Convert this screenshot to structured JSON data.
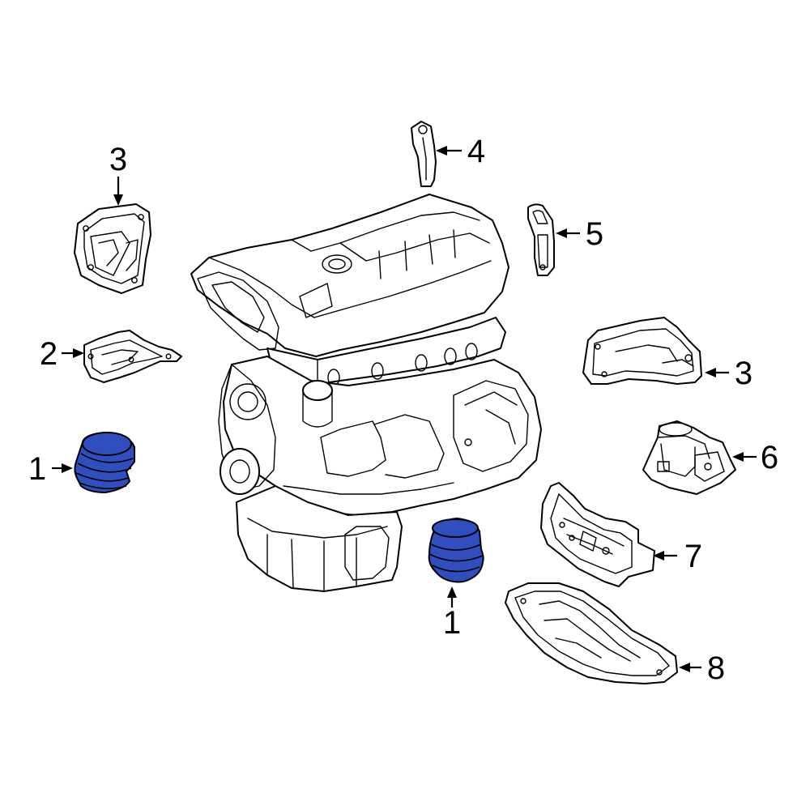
{
  "diagram": {
    "highlight_color": "#2f4fbf",
    "callouts": [
      {
        "id": "c1-left",
        "label": "1"
      },
      {
        "id": "c1-bottom",
        "label": "1"
      },
      {
        "id": "c2",
        "label": "2"
      },
      {
        "id": "c3-left",
        "label": "3"
      },
      {
        "id": "c3-right",
        "label": "3"
      },
      {
        "id": "c4",
        "label": "4"
      },
      {
        "id": "c5",
        "label": "5"
      },
      {
        "id": "c6",
        "label": "6"
      },
      {
        "id": "c7",
        "label": "7"
      },
      {
        "id": "c8",
        "label": "8"
      }
    ]
  }
}
